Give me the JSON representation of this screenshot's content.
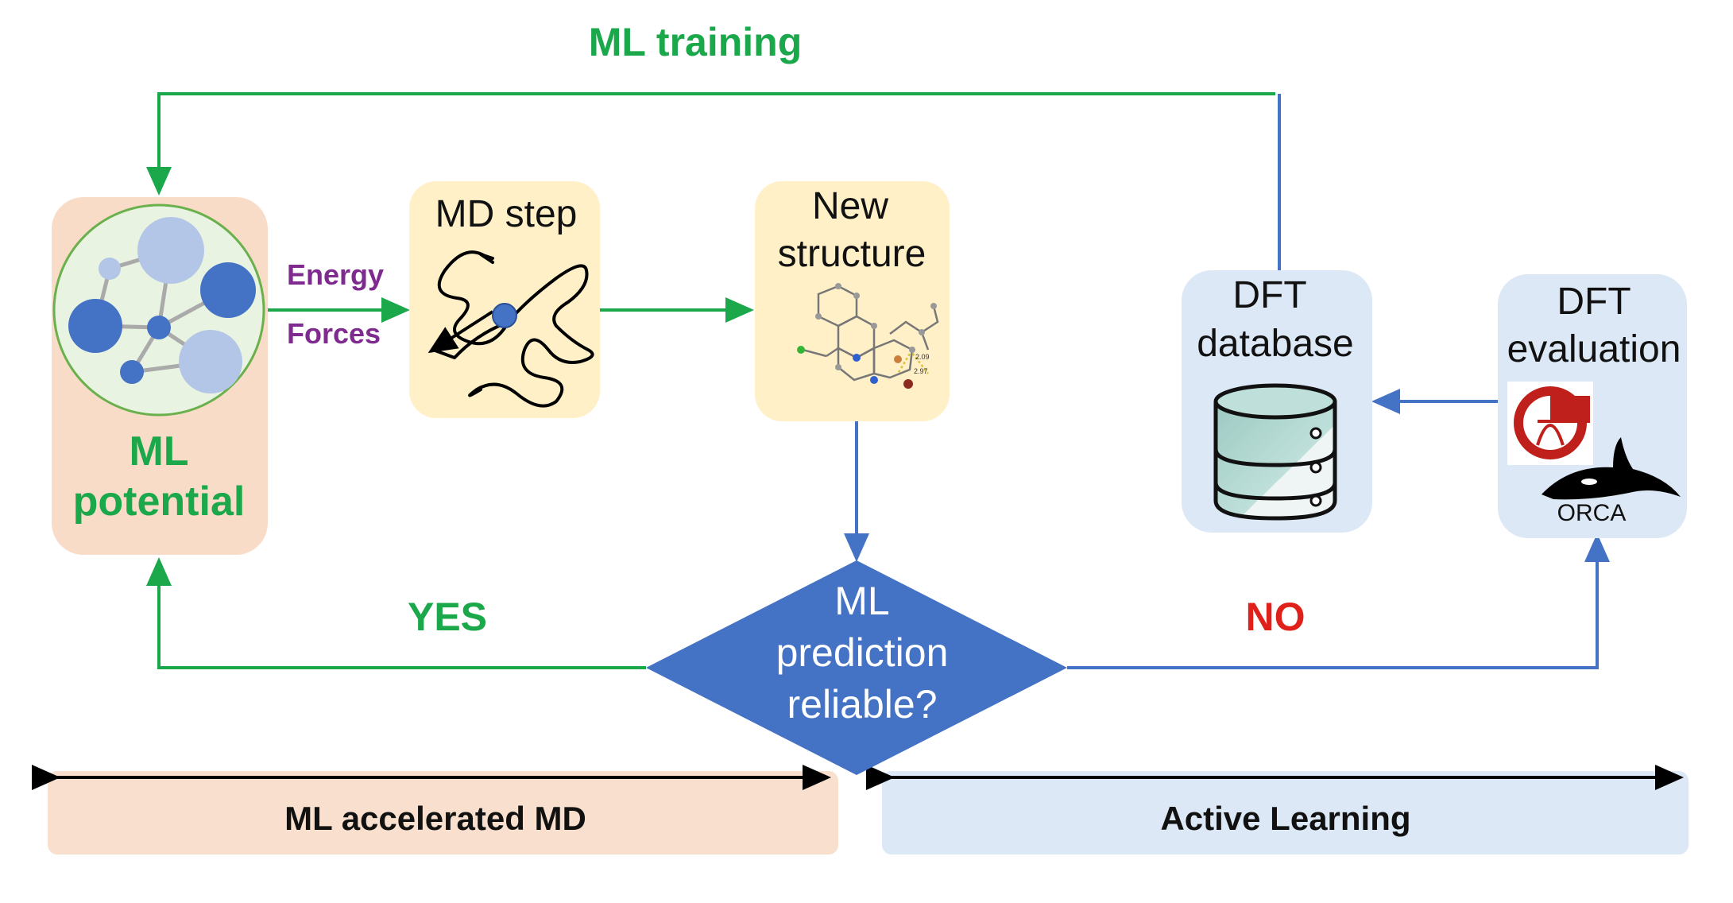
{
  "top_loop": {
    "label": "ML training",
    "color": "#1aa84b"
  },
  "ml_potential": {
    "line1": "ML",
    "line2": "potential",
    "box_color": "#f9dcc8",
    "text_color": "#1aa84b"
  },
  "edge_labels": {
    "energy": "Energy",
    "forces": "Forces",
    "color": "#7f2a8e"
  },
  "md_step": {
    "label": "MD step",
    "box_color": "#fff0c8"
  },
  "new_structure": {
    "line1": "New",
    "line2": "structure",
    "box_color": "#fff0c8",
    "bond_label1": "2.09",
    "bond_label2": "2.97"
  },
  "dft_database": {
    "line1": "DFT",
    "line2": "database",
    "box_color": "#dce8f5"
  },
  "dft_evaluation": {
    "line1": "DFT",
    "line2": "evaluation",
    "box_color": "#dce8f5",
    "logo_gaussian_letters": "G",
    "logo_orca_text": "ORCA"
  },
  "decision": {
    "line1": "ML",
    "line2": "prediction",
    "line3": "reliable?",
    "fill": "#4472c4"
  },
  "branches": {
    "yes": "YES",
    "no": "NO",
    "yes_color": "#1aa84b",
    "no_color": "#e0201b"
  },
  "bottom_sections": {
    "left": {
      "label": "ML accelerated MD",
      "color": "#f9dfcd"
    },
    "right": {
      "label": "Active Learning",
      "color": "#dde8f6"
    }
  },
  "colors": {
    "green_arrow": "#1aa84b",
    "blue_arrow": "#4472c4"
  }
}
